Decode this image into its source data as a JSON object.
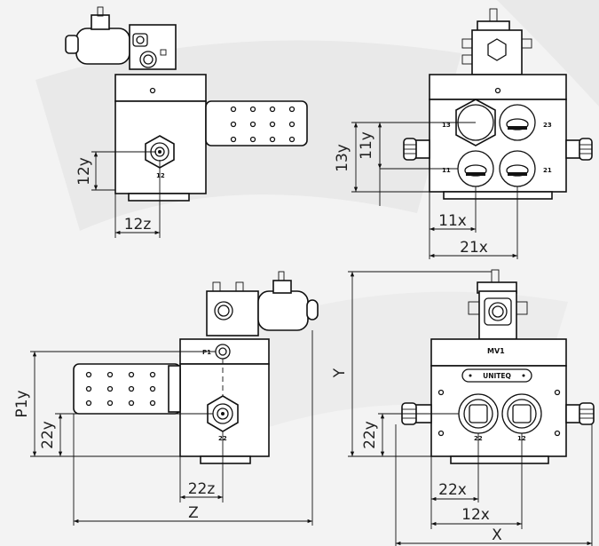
{
  "views": {
    "top_left": {
      "port_label": "12",
      "dims": {
        "vertical": "12y",
        "horizontal": "12z"
      }
    },
    "top_right": {
      "port_labels": {
        "p13": "13",
        "p23": "23",
        "p11": "11",
        "p21": "21"
      },
      "dims": {
        "v_13y": "13y",
        "v_11y": "11y",
        "h_11x": "11x",
        "h_21x": "21x"
      }
    },
    "bottom_left": {
      "port_labels": {
        "p1": "P1",
        "p22": "22"
      },
      "dims": {
        "v_p1y": "P1y",
        "v_22y": "22y",
        "h_22z": "22z",
        "h_z": "Z"
      }
    },
    "bottom_right": {
      "model_label": "MV1",
      "brand_label": "UNITEQ",
      "port_labels": {
        "p22": "22",
        "p12": "12"
      },
      "dims": {
        "v_y": "Y",
        "v_22y": "22y",
        "h_22x": "22x",
        "h_12x": "12x",
        "h_x": "X"
      }
    }
  },
  "colors": {
    "background": "#f3f3f3",
    "line": "#111111",
    "watermark": "#e6e6e6"
  }
}
